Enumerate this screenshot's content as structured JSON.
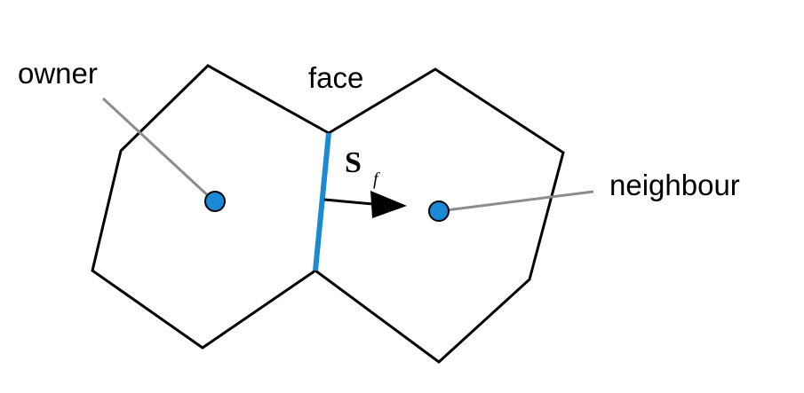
{
  "labels": {
    "owner": "owner",
    "face": "face",
    "neighbour": "neighbour",
    "face_vector_symbol": "S",
    "face_vector_subscript": "f"
  },
  "colors": {
    "face_highlight": "#1a8ad4",
    "cell_center": "#1a8ad4",
    "cell_outline": "#000000",
    "leader_line": "#8c8c8c"
  }
}
